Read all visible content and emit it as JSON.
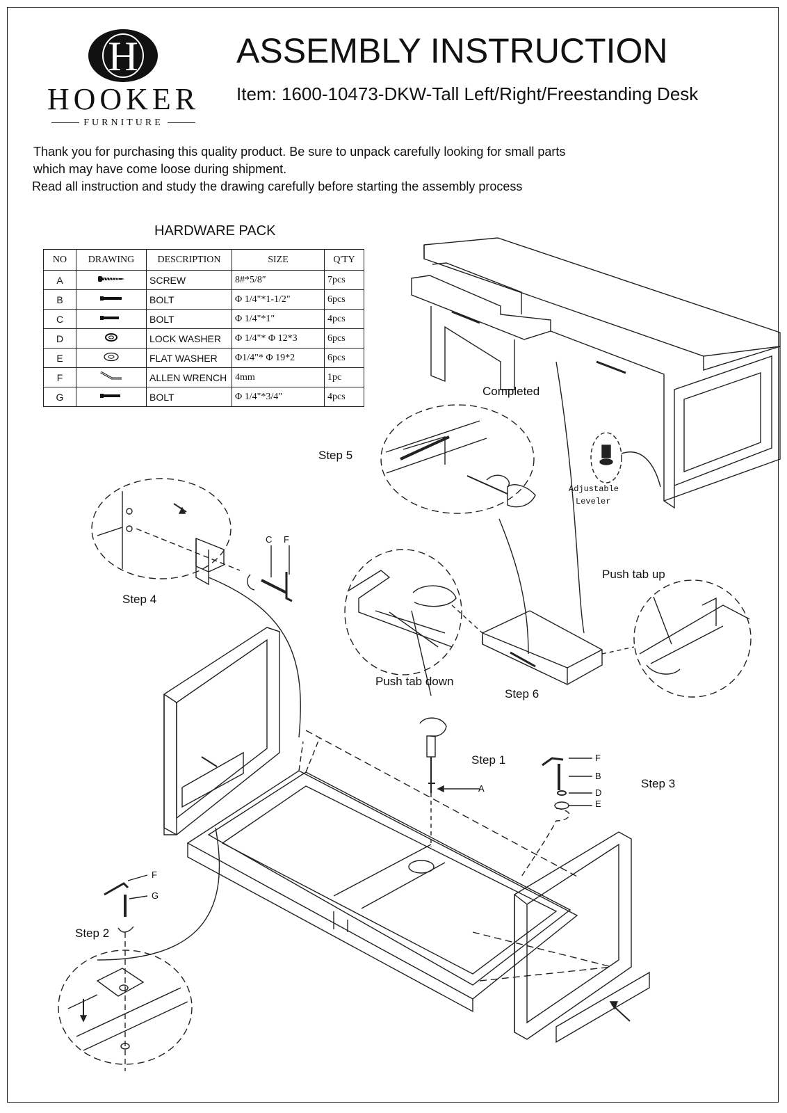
{
  "brand": {
    "name": "HOOKER",
    "sub": "FURNITURE",
    "monogram": "H"
  },
  "header": {
    "title": "ASSEMBLY INSTRUCTION",
    "item": "Item: 1600-10473-DKW-Tall Left/Right/Freestanding Desk"
  },
  "intro": {
    "line1": "Thank you for purchasing this quality product. Be sure to unpack carefully looking for small parts",
    "line2": "which may have come loose during shipment.",
    "line3": "Read all instruction and study the drawing carefully before starting the assembly process"
  },
  "hardware": {
    "title": "HARDWARE PACK",
    "columns": [
      "NO",
      "DRAWING",
      "DESCRIPTION",
      "SIZE",
      "Q'TY"
    ],
    "rows": [
      {
        "no": "A",
        "icon": "screw-icon",
        "desc": "SCREW",
        "size": "8#*5/8″",
        "qty": "7pcs"
      },
      {
        "no": "B",
        "icon": "bolt-icon",
        "desc": "BOLT",
        "size": "Φ 1/4\"*1-1/2\"",
        "qty": "6pcs"
      },
      {
        "no": "C",
        "icon": "bolt-icon",
        "desc": "BOLT",
        "size": "Φ 1/4\"*1\"",
        "qty": "4pcs"
      },
      {
        "no": "D",
        "icon": "lock-washer-icon",
        "desc": "LOCK WASHER",
        "size": "Φ 1/4\"* Φ 12*3",
        "qty": "6pcs"
      },
      {
        "no": "E",
        "icon": "flat-washer-icon",
        "desc": "FLAT WASHER",
        "size": "Φ1/4\"* Φ 19*2",
        "qty": "6pcs"
      },
      {
        "no": "F",
        "icon": "allen-wrench-icon",
        "desc": "ALLEN WRENCH",
        "size": "4mm",
        "qty": "1pc"
      },
      {
        "no": "G",
        "icon": "bolt-icon",
        "desc": "BOLT",
        "size": "Φ 1/4\"*3/4\"",
        "qty": "4pcs"
      }
    ]
  },
  "labels": {
    "completed": "Completed",
    "step1": "Step 1",
    "step2": "Step 2",
    "step3": "Step 3",
    "step4": "Step 4",
    "step5": "Step 5",
    "step6": "Step 6",
    "push_up": "Push tab up",
    "push_down": "Push tab down",
    "leveler_1": "Adjustable",
    "leveler_2": "Leveler",
    "a": "A",
    "b": "B",
    "c": "C",
    "d": "D",
    "e": "E",
    "f": "F",
    "g": "G"
  }
}
